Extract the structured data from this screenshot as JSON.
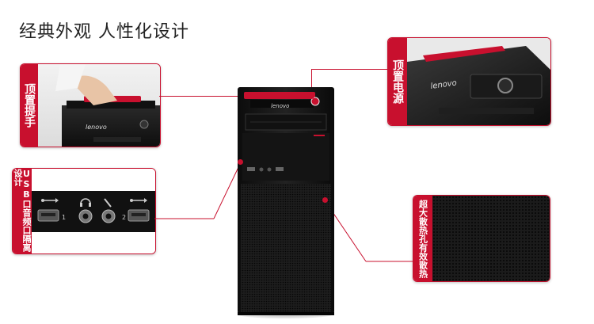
{
  "header": {
    "title": "经典外观 人性化设计"
  },
  "callouts": {
    "top_handle": {
      "label": "顶置提手"
    },
    "top_power": {
      "label": "顶置电源"
    },
    "usb_audio": {
      "label": "USB口音频口隔离设计",
      "port_1": "1",
      "port_2": "2"
    },
    "vent": {
      "label": "超大散热孔有效散热"
    }
  },
  "tower": {
    "brand": "lenovo"
  },
  "colors": {
    "accent": "#c8102e",
    "case": "#1a1a1a"
  }
}
